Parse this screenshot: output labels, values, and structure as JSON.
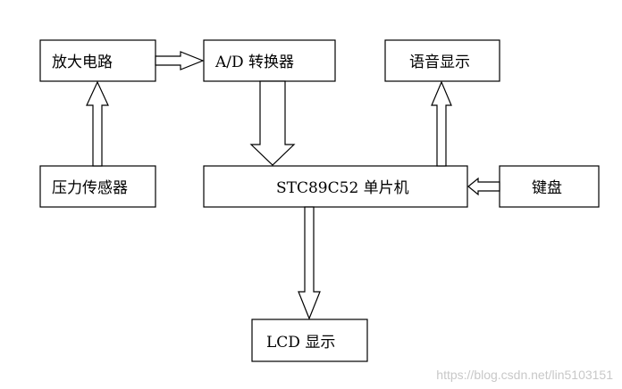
{
  "diagram": {
    "blocks": {
      "amplifier": "放大电路",
      "adc": "A/D 转换器",
      "voice_display": "语音显示",
      "pressure_sensor": "压力传感器",
      "mcu": "STC89C52 单片机",
      "keyboard": "键盘",
      "lcd": "LCD 显示"
    },
    "connections": [
      {
        "from": "pressure_sensor",
        "to": "amplifier"
      },
      {
        "from": "amplifier",
        "to": "adc"
      },
      {
        "from": "adc",
        "to": "mcu"
      },
      {
        "from": "mcu",
        "to": "voice_display"
      },
      {
        "from": "keyboard",
        "to": "mcu"
      },
      {
        "from": "mcu",
        "to": "lcd"
      }
    ]
  },
  "watermark": "https://blog.csdn.net/lin5103151"
}
